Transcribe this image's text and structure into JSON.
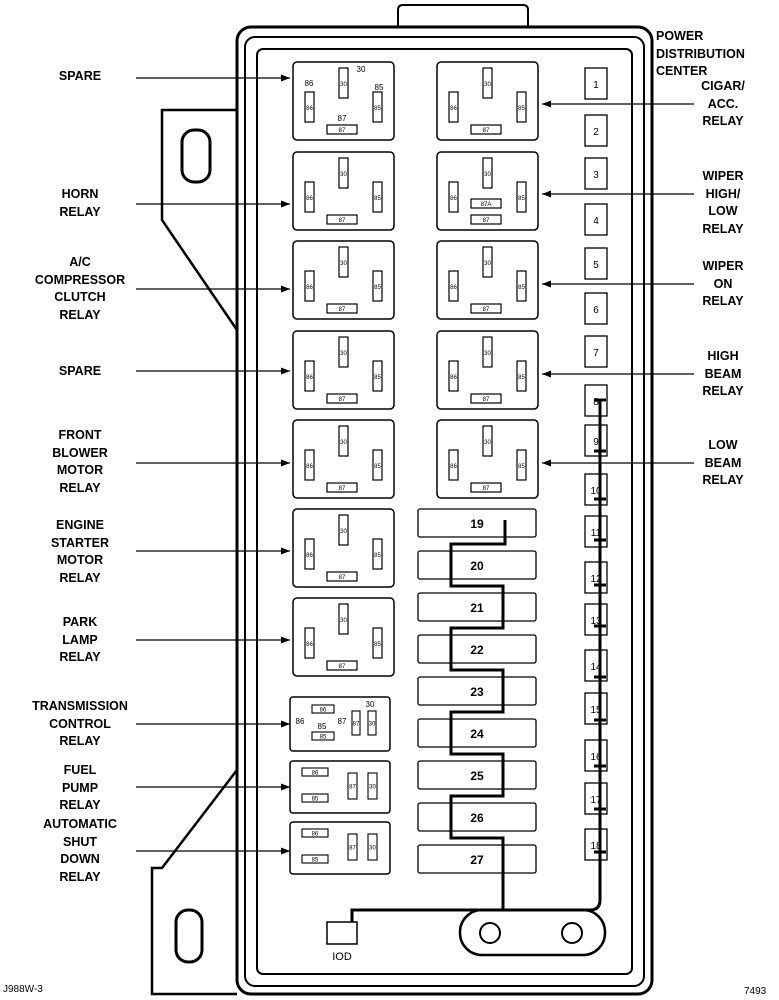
{
  "title": "POWER\nDISTRIBUTION\nCENTER",
  "left_labels": [
    {
      "id": "spare-1",
      "text": "SPARE"
    },
    {
      "id": "horn",
      "text": "HORN\nRELAY"
    },
    {
      "id": "ac",
      "text": "A/C\nCOMPRESSOR\nCLUTCH\nRELAY"
    },
    {
      "id": "spare-2",
      "text": "SPARE"
    },
    {
      "id": "blower",
      "text": "FRONT\nBLOWER\nMOTOR\nRELAY"
    },
    {
      "id": "starter",
      "text": "ENGINE\nSTARTER\nMOTOR\nRELAY"
    },
    {
      "id": "park",
      "text": "PARK\nLAMP\nRELAY"
    },
    {
      "id": "tcm",
      "text": "TRANSMISSION\nCONTROL\nRELAY"
    },
    {
      "id": "fuel",
      "text": "FUEL\nPUMP\nRELAY"
    },
    {
      "id": "asd",
      "text": "AUTOMATIC\nSHUT\nDOWN\nRELAY"
    }
  ],
  "right_labels": [
    {
      "id": "cigar",
      "text": "CIGAR/\nACC.\nRELAY"
    },
    {
      "id": "wiper-hl",
      "text": "WIPER\nHIGH/\nLOW\nRELAY"
    },
    {
      "id": "wiper-on",
      "text": "WIPER\nON\nRELAY"
    },
    {
      "id": "high-beam",
      "text": "HIGH\nBEAM\nRELAY"
    },
    {
      "id": "low-beam",
      "text": "LOW\nBEAM\nRELAY"
    }
  ],
  "relay_terminals": {
    "t30": "30",
    "t85": "85",
    "t86": "86",
    "t87": "87",
    "t87a": "87A"
  },
  "fuses_small": [
    "1",
    "2",
    "3",
    "4",
    "5",
    "6",
    "7",
    "8",
    "9",
    "10",
    "11",
    "12",
    "13",
    "14",
    "15",
    "16",
    "17",
    "18"
  ],
  "fuses_large": [
    "19",
    "20",
    "21",
    "22",
    "23",
    "24",
    "25",
    "26",
    "27"
  ],
  "iod_label": "IOD",
  "footer_left": "J988W-3",
  "footer_right": "7493",
  "colors": {
    "line": "#000000",
    "background": "#ffffff"
  }
}
